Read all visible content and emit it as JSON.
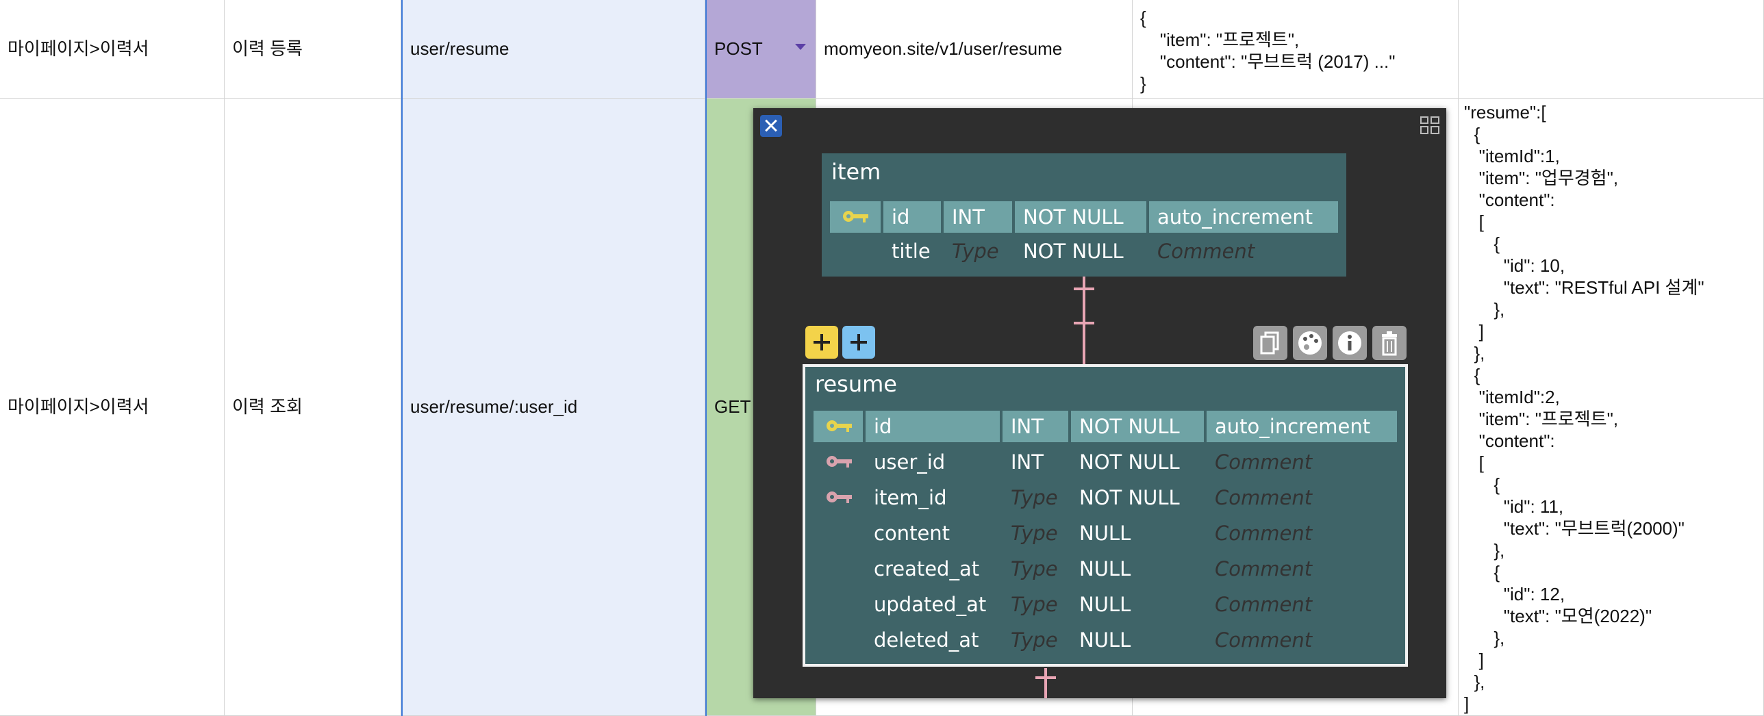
{
  "rows": [
    {
      "menu": "마이페이지>이력서",
      "action": "이력 등록",
      "path": "user/resume",
      "method": "POST",
      "url": "momyeon.site/v1/user/resume",
      "request": "{\n    \"item\": \"프로젝트\",\n    \"content\": \"무브트럭 (2017) ...\"\n}",
      "response": ""
    },
    {
      "menu": "마이페이지>이력서",
      "action": "이력 조회",
      "path": "user/resume/:user_id",
      "method": "GET",
      "url": "",
      "request": "",
      "response": "\"resume\":[\n  {\n   \"itemId\":1,\n   \"item\": \"업무경험\",\n   \"content\":\n   [\n      {\n        \"id\": 10,\n        \"text\": \"RESTful API 설계\"\n      },\n   ]\n  },\n  {\n   \"itemId\":2,\n   \"item\": \"프로젝트\",\n   \"content\":\n   [\n      {\n        \"id\": 11,\n        \"text\": \"무브트럭(2000)\"\n      },\n      {\n        \"id\": 12,\n        \"text\": \"모연(2022)\"\n      },\n   ]\n  },\n]"
    }
  ],
  "colors": {
    "post": "#b4a7d6",
    "get": "#b6d7a8",
    "path_bg": "#e8eefa",
    "selection": "#3c78d8"
  },
  "erd": {
    "icons": [
      "close-icon",
      "layout-icon",
      "plus-icon",
      "copy-icon",
      "palette-icon",
      "info-icon",
      "trash-icon",
      "key-icon"
    ],
    "item_table": {
      "name": "item",
      "columns": [
        {
          "name": "id",
          "type": "INT",
          "null": "NOT NULL",
          "extra": "auto_increment"
        },
        {
          "name": "title",
          "type": "Type",
          "null": "NOT NULL",
          "extra": "Comment"
        }
      ]
    },
    "resume_table": {
      "name": "resume",
      "columns": [
        {
          "name": "id",
          "type": "INT",
          "null": "NOT NULL",
          "extra": "auto_increment"
        },
        {
          "name": "user_id",
          "type": "INT",
          "null": "NOT NULL",
          "extra": "Comment"
        },
        {
          "name": "item_id",
          "type": "Type",
          "null": "NOT NULL",
          "extra": "Comment"
        },
        {
          "name": "content",
          "type": "Type",
          "null": "NULL",
          "extra": "Comment"
        },
        {
          "name": "created_at",
          "type": "Type",
          "null": "NULL",
          "extra": "Comment"
        },
        {
          "name": "updated_at",
          "type": "Type",
          "null": "NULL",
          "extra": "Comment"
        },
        {
          "name": "deleted_at",
          "type": "Type",
          "null": "NULL",
          "extra": "Comment"
        }
      ]
    }
  }
}
